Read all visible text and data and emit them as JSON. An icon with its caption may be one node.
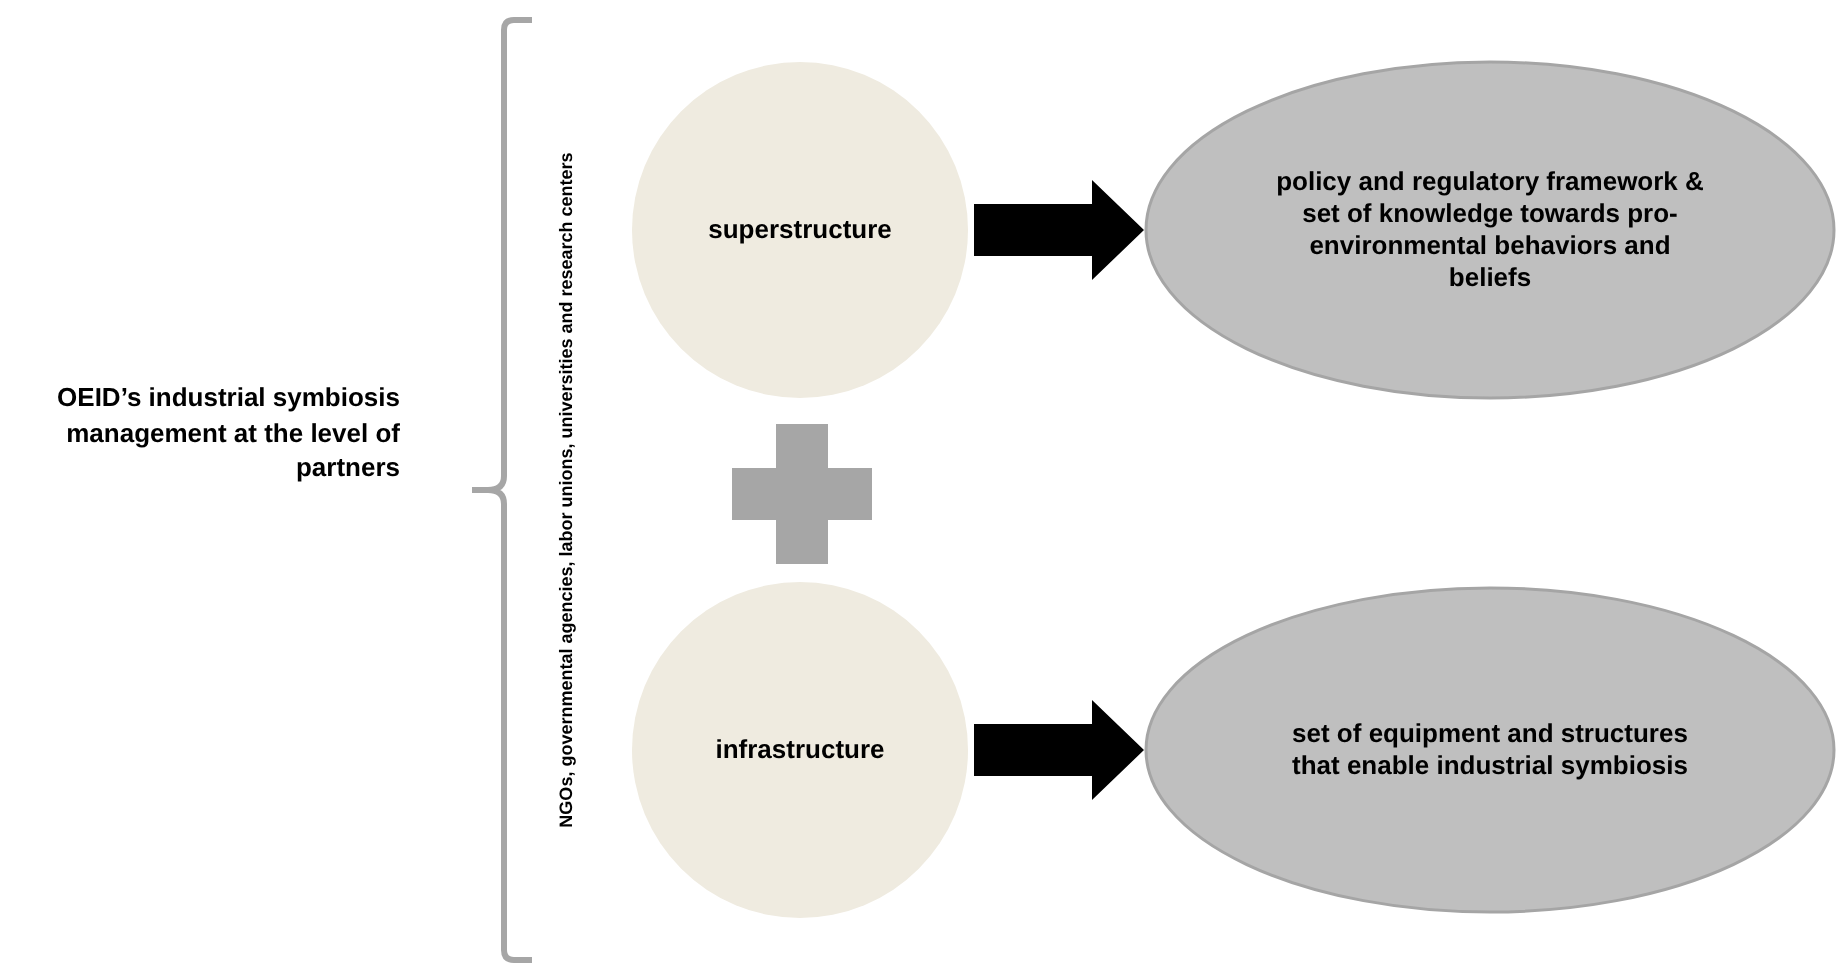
{
  "diagram": {
    "nodes": [
      {
        "text": [
          "superstructure"
        ]
      },
      {
        "text": [
          "policy and regulatory framework & set of knowledge towards pro-environmental behaviors and beliefs"
        ]
      },
      {
        "text": [
          "infrastructure"
        ]
      },
      {
        "text": [
          "set of equipment and structures that enable industrial symbiosis"
        ]
      }
    ],
    "edges": [
      {
        "from": 0,
        "to": 1,
        "arrow": "to",
        "style": "thick"
      },
      {
        "from": 2,
        "to": 3,
        "arrow": "to",
        "style": "thick"
      }
    ],
    "labels": [
      "OEID’s industrial symbiosis management at the level of partners",
      "NGOs, governmental agencies, labor unions, universities and research centers"
    ]
  }
}
